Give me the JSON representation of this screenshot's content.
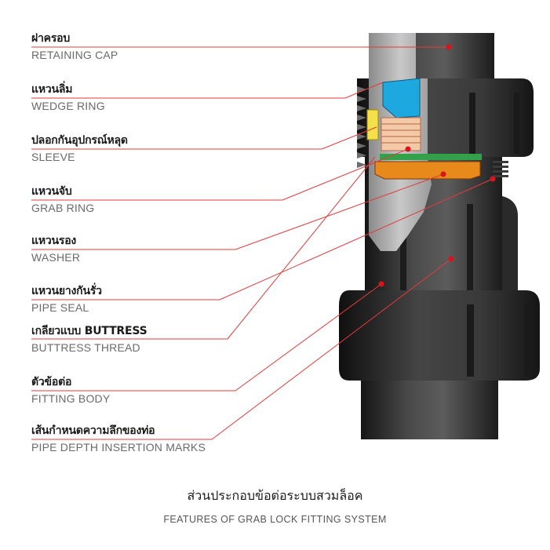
{
  "labels": [
    {
      "th": "ฝาครอบ",
      "en": "RETAINING CAP"
    },
    {
      "th": "แหวนลิ่ม",
      "en": "WEDGE RING"
    },
    {
      "th": "ปลอกกันอุปกรณ์หลุด",
      "en": "SLEEVE"
    },
    {
      "th": "แหวนจับ",
      "en": "GRAB RING"
    },
    {
      "th": "แหวนรอง",
      "en": "WASHER"
    },
    {
      "th": "แหวนยางกันรั่ว",
      "en": "PIPE SEAL"
    },
    {
      "th": "เกลียวแบบ BUTTRESS",
      "en": "BUTTRESS THREAD"
    },
    {
      "th": "ตัวข้อต่อ",
      "en": "FITTING BODY"
    },
    {
      "th": "เส้นกำหนดความลึกของท่อ",
      "en": "PIPE DEPTH INSERTION MARKS"
    }
  ],
  "caption": {
    "th": "ส่วนประกอบข้อต่อระบบสวมล็อค",
    "en": "FEATURES OF GRAB LOCK FITTING SYSTEM"
  },
  "colors": {
    "leader": "#e23b3b",
    "dot": "#d8141c",
    "body_dark": "#2b2b2b",
    "wedge_ring": "#1ea8e0",
    "sleeve": "#f3c9a8",
    "grab_ring": "#e8891c",
    "washer": "#33a04a",
    "pipe_seal_yellow": "#f4e04a"
  }
}
